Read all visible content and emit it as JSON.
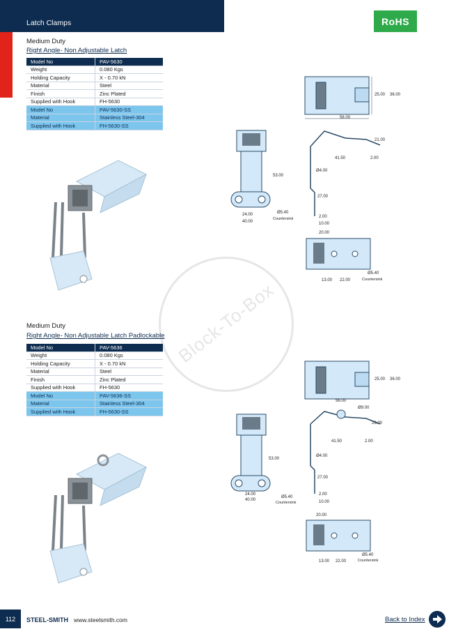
{
  "header": {
    "title": "Latch Clamps",
    "badge": "RoHS"
  },
  "section1": {
    "title": "Medium Duty",
    "subtitle": "Right Angle- Non Adjustable Latch",
    "rows": [
      {
        "label": "Model No",
        "value": "PAV-5630",
        "style": "head"
      },
      {
        "label": "Weight",
        "value": "0.080 Kgs",
        "style": "normal"
      },
      {
        "label": "Holding Capacity",
        "value": "X - 0.70 kN",
        "style": "normal"
      },
      {
        "label": "Material",
        "value": "Steel",
        "style": "normal"
      },
      {
        "label": "Finish",
        "value": "Zinc Plated",
        "style": "normal"
      },
      {
        "label": "Supplied with Hook",
        "value": "FH-5630",
        "style": "normal"
      },
      {
        "label": "Model No",
        "value": "PAV-5630-SS",
        "style": "ss"
      },
      {
        "label": "Material",
        "value": "Stainless Steel-304",
        "style": "ss"
      },
      {
        "label": "Supplied with Hook",
        "value": "FH-5630-SS",
        "style": "ss"
      }
    ],
    "dims": {
      "d25": "25.00",
      "d36": "36.00",
      "d56": "56.00",
      "d21": "21.00",
      "d4150": "41.50",
      "d2a": "2.00",
      "d53": "53.00",
      "d4": "Ø4.00",
      "d27": "27.00",
      "d24": "24.00",
      "d40": "40.00",
      "d54": "Ø5.40",
      "cs": "Countersink",
      "d2b": "2.00",
      "d10": "10.00",
      "d20": "20.00",
      "d13": "13.00",
      "d22": "22.00",
      "d54b": "Ø5.40",
      "cs2": "Countersink"
    }
  },
  "section2": {
    "title": "Medium Duty",
    "subtitle": "Right Angle- Non Adjustable Latch Padlockable",
    "rows": [
      {
        "label": "Model No",
        "value": "PAV-5636",
        "style": "head"
      },
      {
        "label": "Weight",
        "value": "0.080 Kgs",
        "style": "normal"
      },
      {
        "label": "Holding Capacity",
        "value": "X - 0.70 kN",
        "style": "normal"
      },
      {
        "label": "Material",
        "value": "Steel",
        "style": "normal"
      },
      {
        "label": "Finish",
        "value": "Zinc Plated",
        "style": "normal"
      },
      {
        "label": "Supplied with Hook",
        "value": "FH-5630",
        "style": "normal"
      },
      {
        "label": "Model No",
        "value": "PAV-5636-SS",
        "style": "ss"
      },
      {
        "label": "Material",
        "value": "Stainless Steel-304",
        "style": "ss"
      },
      {
        "label": "Supplied with Hook",
        "value": "FH-5630-SS",
        "style": "ss"
      }
    ],
    "dims": {
      "d25": "25.00",
      "d36": "36.00",
      "d56": "56.00",
      "d9": "Ø9.00",
      "d26": "26.00",
      "d4150": "41.50",
      "d2a": "2.00",
      "d53": "53.00",
      "d4": "Ø4.00",
      "d27": "27.00",
      "d24": "24.00",
      "d40": "40.00",
      "d54": "Ø5.40",
      "cs": "Countersink",
      "d2b": "2.00",
      "d10": "10.00",
      "d20": "20.00",
      "d13": "13.00",
      "d22": "22.00",
      "d54b": "Ø5.40",
      "cs2": "Countersink"
    }
  },
  "watermark": "Block-To-Box",
  "footer": {
    "page": "112",
    "brand": "STEEL-SMITH",
    "url": "www.steelsmith.com",
    "back": "Back to Index"
  },
  "colors": {
    "navy": "#0d2c4f",
    "red": "#e2231a",
    "green": "#2eaa4a",
    "blue": "#7cc6ee",
    "part": "#cfe6f7"
  }
}
